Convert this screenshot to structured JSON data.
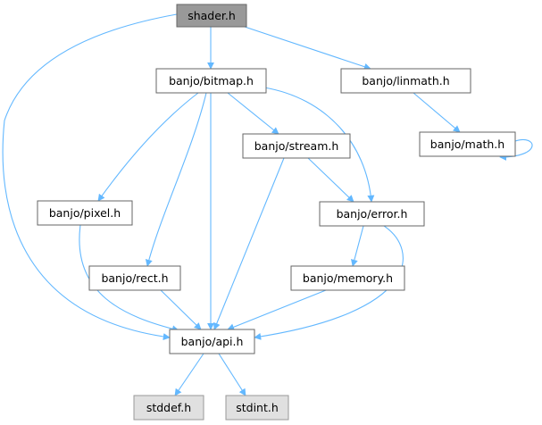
{
  "graph": {
    "colors": {
      "edge": "#63b8ff",
      "node_border": "#666666",
      "node_fill": "#ffffff",
      "root_fill": "#999999",
      "system_fill": "#e0e0e0",
      "system_border": "#999999"
    },
    "nodes": [
      {
        "id": "shader",
        "label": "shader.h",
        "kind": "root"
      },
      {
        "id": "bitmap",
        "label": "banjo/bitmap.h",
        "kind": "normal"
      },
      {
        "id": "linmath",
        "label": "banjo/linmath.h",
        "kind": "normal"
      },
      {
        "id": "math",
        "label": "banjo/math.h",
        "kind": "normal"
      },
      {
        "id": "stream",
        "label": "banjo/stream.h",
        "kind": "normal"
      },
      {
        "id": "pixel",
        "label": "banjo/pixel.h",
        "kind": "normal"
      },
      {
        "id": "error",
        "label": "banjo/error.h",
        "kind": "normal"
      },
      {
        "id": "rect",
        "label": "banjo/rect.h",
        "kind": "normal"
      },
      {
        "id": "memory",
        "label": "banjo/memory.h",
        "kind": "normal"
      },
      {
        "id": "api",
        "label": "banjo/api.h",
        "kind": "normal"
      },
      {
        "id": "stddef",
        "label": "stddef.h",
        "kind": "system"
      },
      {
        "id": "stdint",
        "label": "stdint.h",
        "kind": "system"
      }
    ],
    "edges": [
      {
        "from": "shader",
        "to": "bitmap"
      },
      {
        "from": "shader",
        "to": "linmath"
      },
      {
        "from": "shader",
        "to": "api"
      },
      {
        "from": "bitmap",
        "to": "stream"
      },
      {
        "from": "bitmap",
        "to": "error"
      },
      {
        "from": "bitmap",
        "to": "pixel"
      },
      {
        "from": "bitmap",
        "to": "rect"
      },
      {
        "from": "bitmap",
        "to": "api"
      },
      {
        "from": "linmath",
        "to": "math"
      },
      {
        "from": "math",
        "to": "math"
      },
      {
        "from": "stream",
        "to": "error"
      },
      {
        "from": "stream",
        "to": "api"
      },
      {
        "from": "error",
        "to": "memory"
      },
      {
        "from": "error",
        "to": "api"
      },
      {
        "from": "pixel",
        "to": "api"
      },
      {
        "from": "rect",
        "to": "api"
      },
      {
        "from": "memory",
        "to": "api"
      },
      {
        "from": "api",
        "to": "stddef"
      },
      {
        "from": "api",
        "to": "stdint"
      }
    ]
  }
}
